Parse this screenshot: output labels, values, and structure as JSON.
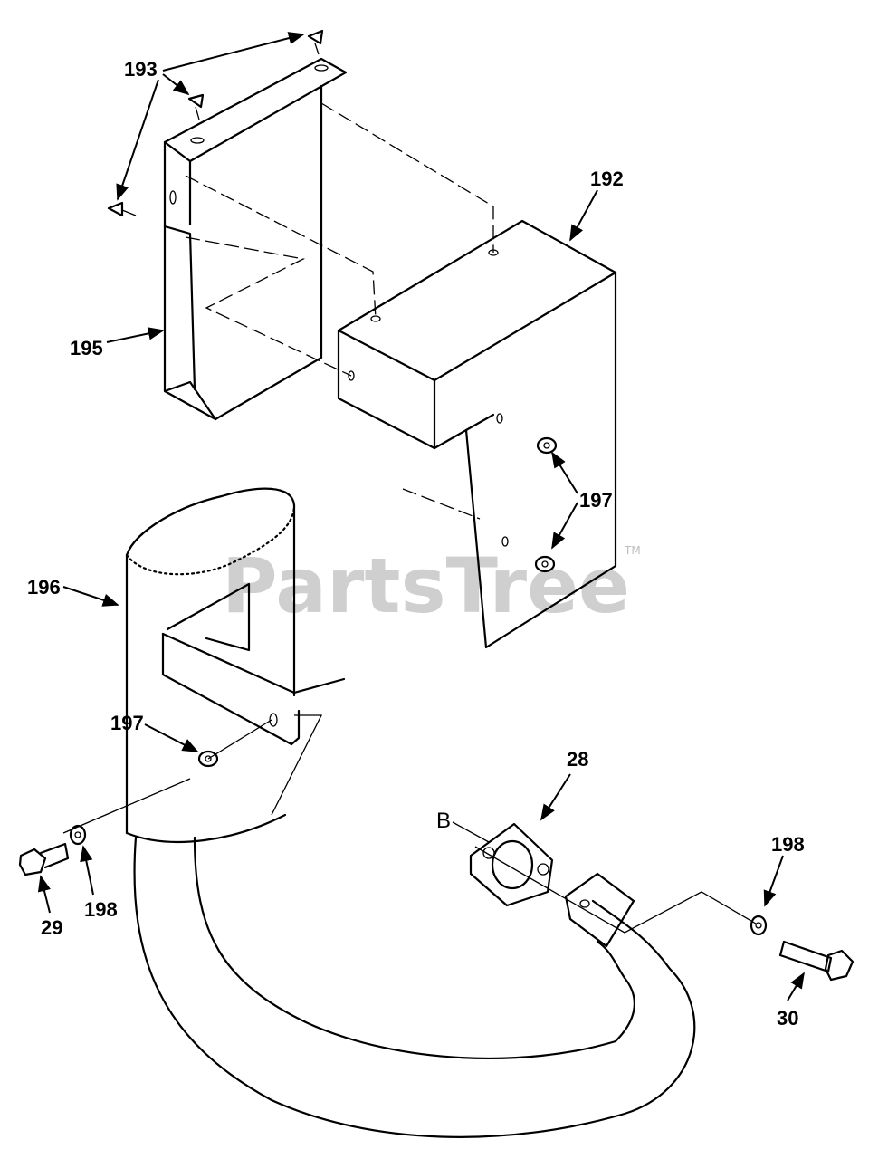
{
  "watermark": {
    "text": "PartsTree",
    "trademark": "TM"
  },
  "callouts": {
    "c193": "193",
    "c192": "192",
    "c195": "195",
    "c197_a": "197",
    "c196": "196",
    "c197_b": "197",
    "c28": "28",
    "cB": "B",
    "c198_right": "198",
    "c29": "29",
    "c198_left": "198",
    "c30": "30"
  }
}
